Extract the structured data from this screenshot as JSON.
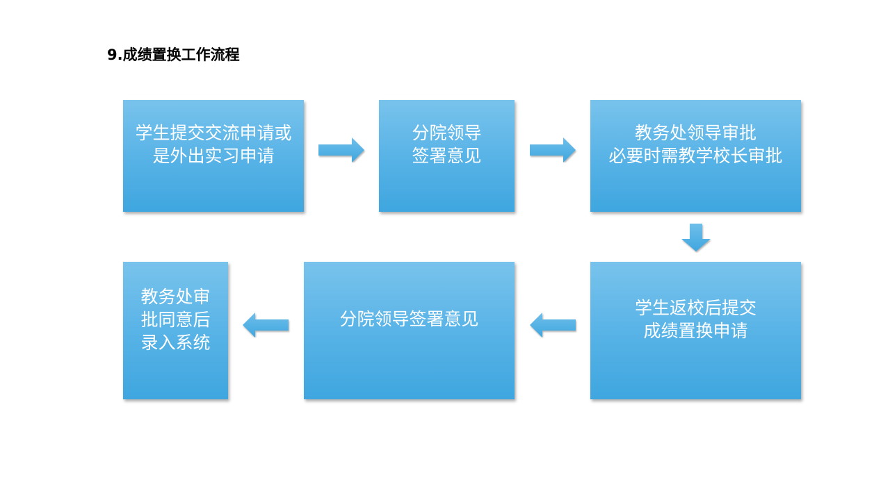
{
  "title": "9.成绩置换工作流程",
  "colors": {
    "box_top": "#78c3ec",
    "box_bottom": "#3fa6df",
    "arrow": "#4aabe2",
    "text": "#ffffff"
  },
  "steps": [
    {
      "lines": [
        "学生提交交流申请或",
        "是外出实习申请"
      ]
    },
    {
      "lines": [
        "分院领导",
        "签署意见"
      ]
    },
    {
      "lines": [
        "教务处领导审批",
        "必要时需教学校长审批"
      ]
    },
    {
      "lines": [
        "学生返校后提交",
        "成绩置换申请"
      ]
    },
    {
      "lines": [
        "分院领导签署意见"
      ]
    },
    {
      "lines": [
        "教务处审",
        "批同意后",
        "录入系统"
      ]
    }
  ],
  "arrows": [
    {
      "from": 1,
      "to": 2,
      "direction": "right"
    },
    {
      "from": 2,
      "to": 3,
      "direction": "right"
    },
    {
      "from": 3,
      "to": 4,
      "direction": "down"
    },
    {
      "from": 4,
      "to": 5,
      "direction": "left"
    },
    {
      "from": 5,
      "to": 6,
      "direction": "left"
    }
  ]
}
